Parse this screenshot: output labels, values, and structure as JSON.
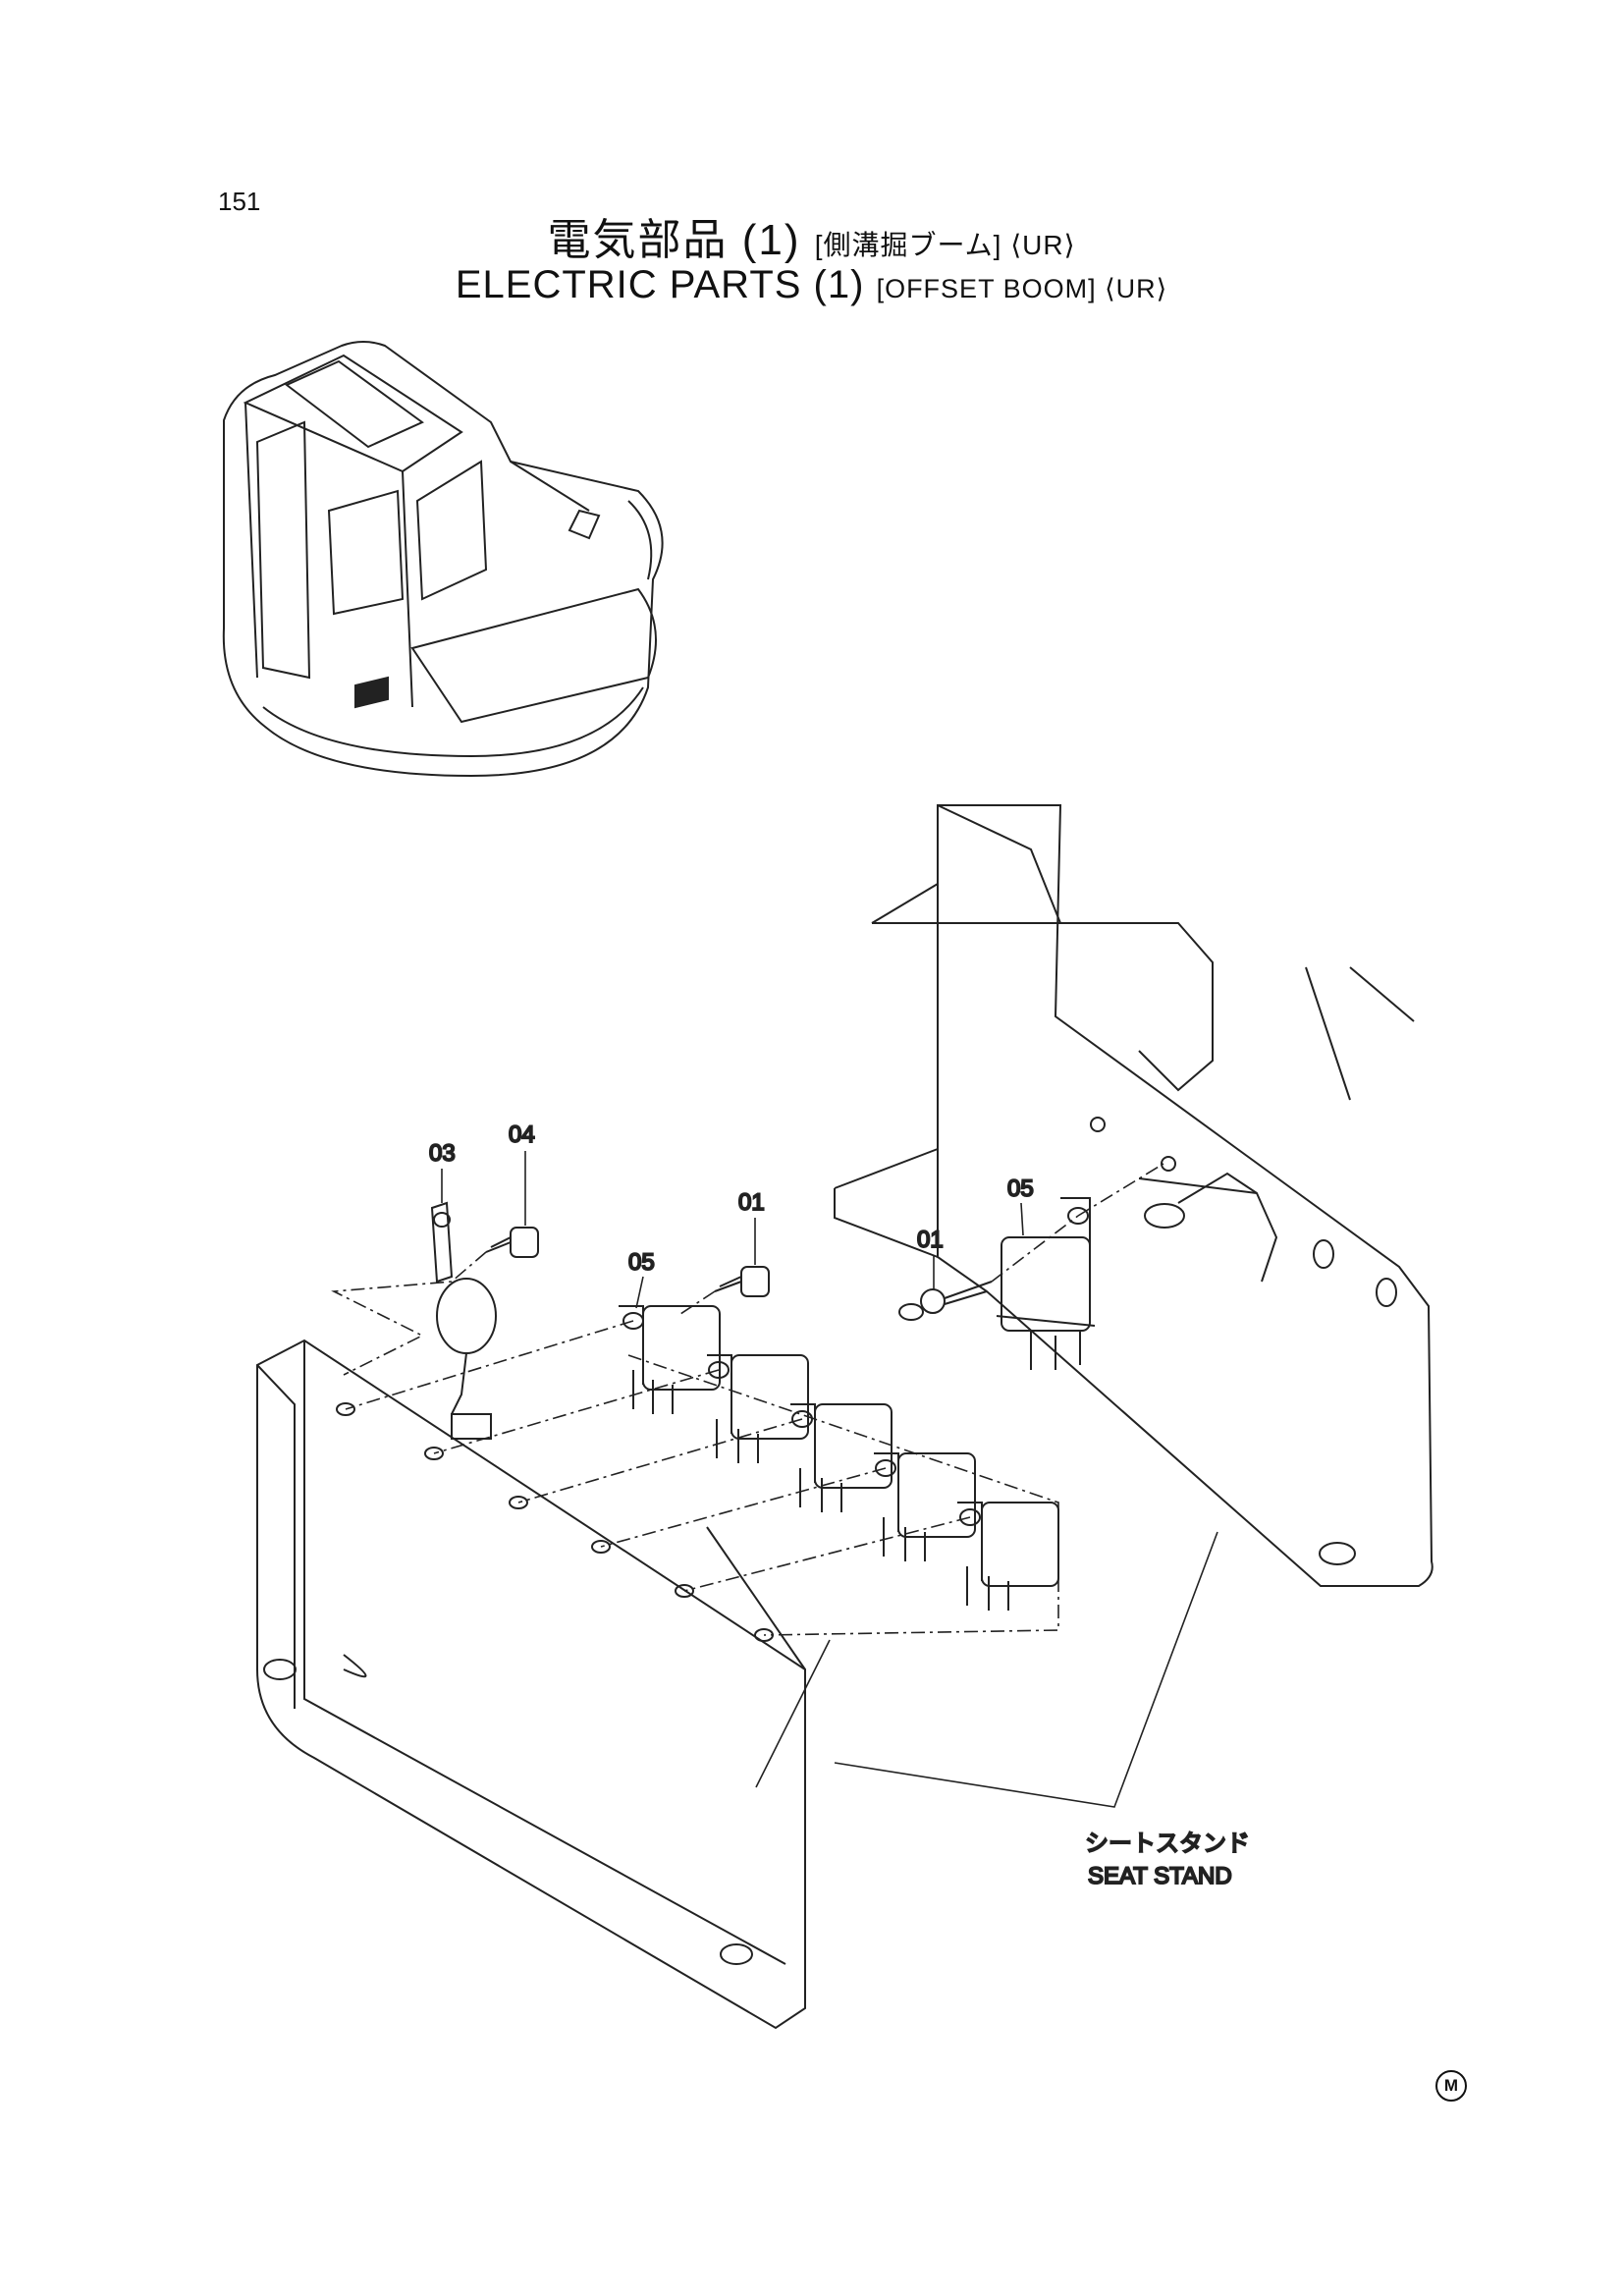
{
  "page_number": "151",
  "title": {
    "jp_main": "電気部品 (1)",
    "jp_sub": "[側溝掘ブーム] ⟨UR⟩",
    "en_main": "ELECTRIC PARTS (1)",
    "en_sub": "[OFFSET BOOM] ⟨UR⟩"
  },
  "callouts": [
    "04",
    "03",
    "01",
    "05",
    "01",
    "05"
  ],
  "annotation": {
    "jp": "シートスタンド",
    "en": "SEAT STAND"
  },
  "marker": "M"
}
